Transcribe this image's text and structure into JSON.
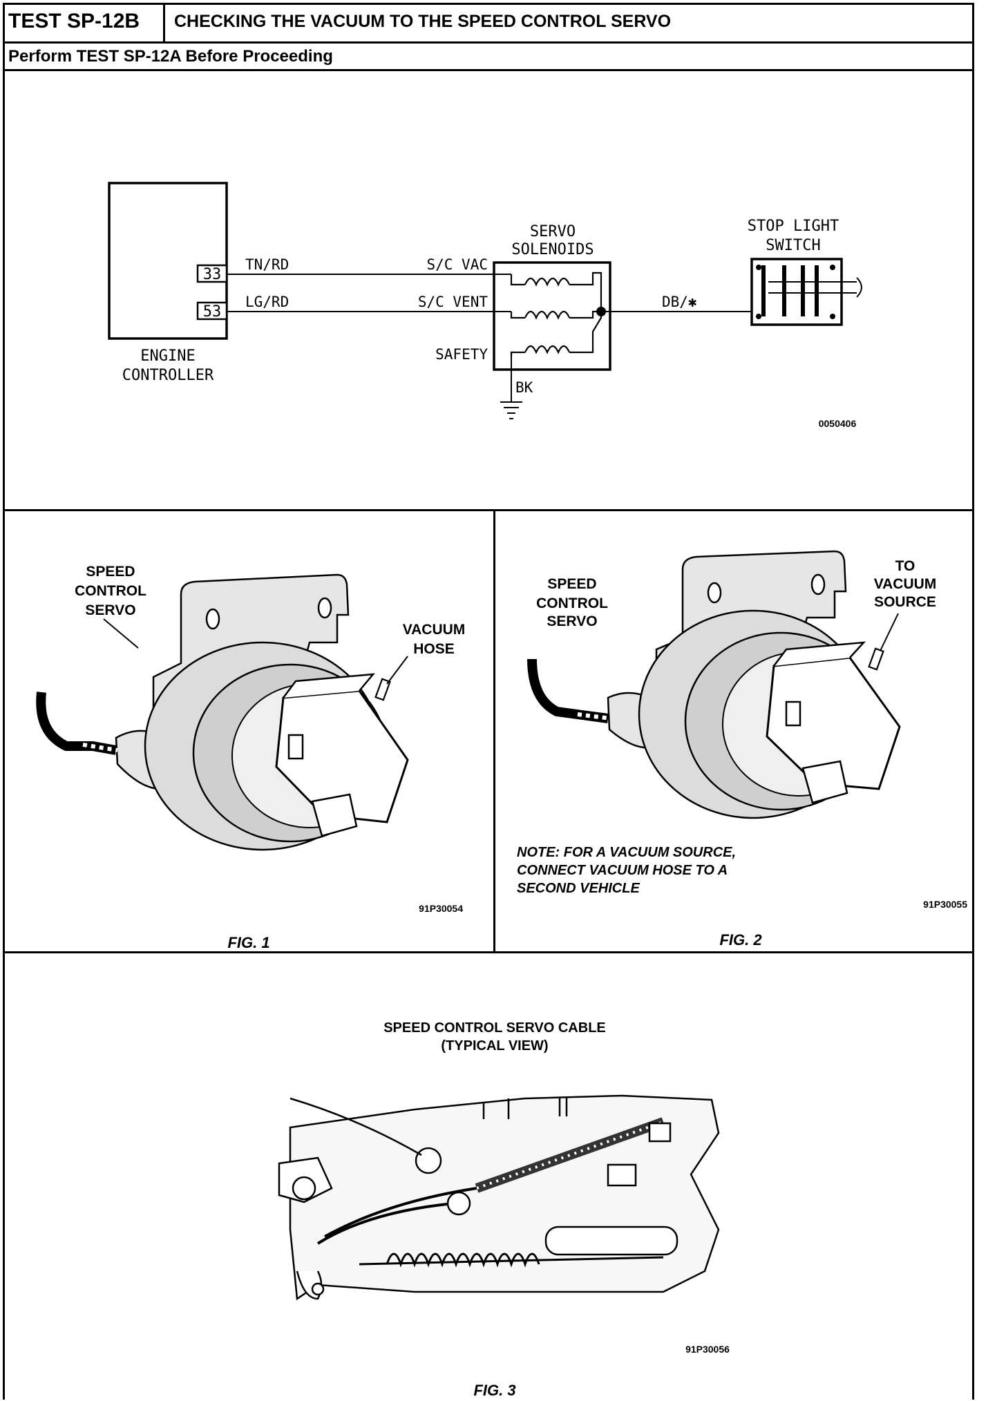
{
  "header": {
    "test_id": "TEST SP-12B",
    "title": "CHECKING THE VACUUM TO THE SPEED CONTROL SERVO",
    "subtitle": "Perform TEST SP-12A Before Proceeding"
  },
  "schematic": {
    "controller_label_1": "ENGINE",
    "controller_label_2": "CONTROLLER",
    "pin_33": "33",
    "pin_53": "53",
    "wire_tn_rd": "TN/RD",
    "wire_lg_rd": "LG/RD",
    "sc_vac": "S/C VAC",
    "sc_vent": "S/C VENT",
    "safety": "SAFETY",
    "bk": "BK",
    "servo_title_1": "SERVO",
    "servo_title_2": "SOLENOIDS",
    "wire_db": "DB/✱",
    "stop_title_1": "STOP LIGHT",
    "stop_title_2": "SWITCH",
    "code": "0050406"
  },
  "fig1": {
    "label_speed_1": "SPEED",
    "label_speed_2": "CONTROL",
    "label_speed_3": "SERVO",
    "label_hose_1": "VACUUM",
    "label_hose_2": "HOSE",
    "code": "91P30054",
    "caption": "FIG. 1"
  },
  "fig2": {
    "label_speed_1": "SPEED",
    "label_speed_2": "CONTROL",
    "label_speed_3": "SERVO",
    "label_src_1": "TO",
    "label_src_2": "VACUUM",
    "label_src_3": "SOURCE",
    "note_1": "NOTE:  FOR A VACUUM SOURCE,",
    "note_2": "CONNECT VACUUM HOSE TO A",
    "note_3": "SECOND VEHICLE",
    "code": "91P30055",
    "caption": "FIG. 2"
  },
  "fig3": {
    "title_1": "SPEED CONTROL SERVO CABLE",
    "title_2": "(TYPICAL VIEW)",
    "code": "91P30056",
    "caption": "FIG. 3"
  }
}
